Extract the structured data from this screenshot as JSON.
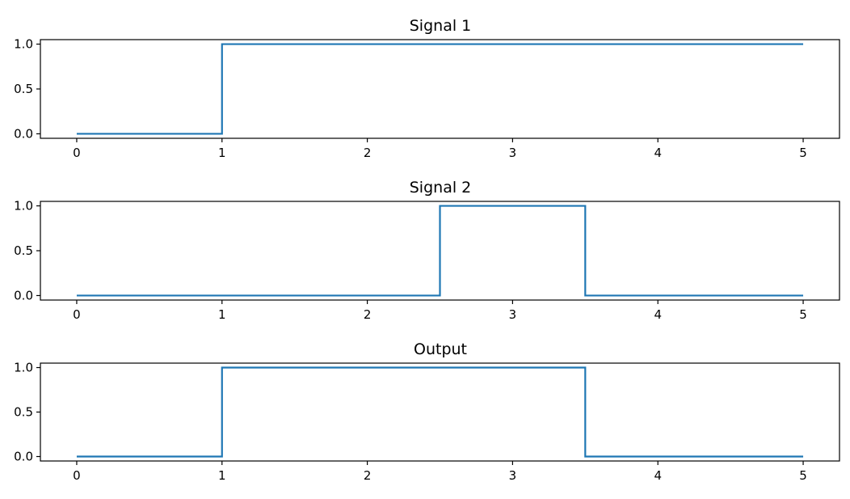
{
  "chart_data": [
    {
      "type": "line",
      "step": "post",
      "title": "Signal 1",
      "xlabel": "",
      "ylabel": "",
      "xlim": [
        -0.25,
        5.25
      ],
      "ylim": [
        -0.05,
        1.05
      ],
      "xticks": [
        0,
        1,
        2,
        3,
        4,
        5
      ],
      "xtick_labels": [
        "0",
        "1",
        "2",
        "3",
        "4",
        "5"
      ],
      "yticks": [
        0.0,
        0.5,
        1.0
      ],
      "ytick_labels": [
        "0.0",
        "0.5",
        "1.0"
      ],
      "grid": false,
      "series": [
        {
          "color": "#1f77b4",
          "x": [
            0,
            1,
            5
          ],
          "y": [
            0,
            1,
            1
          ]
        }
      ]
    },
    {
      "type": "line",
      "step": "post",
      "title": "Signal 2",
      "xlabel": "",
      "ylabel": "",
      "xlim": [
        -0.25,
        5.25
      ],
      "ylim": [
        -0.05,
        1.05
      ],
      "xticks": [
        0,
        1,
        2,
        3,
        4,
        5
      ],
      "xtick_labels": [
        "0",
        "1",
        "2",
        "3",
        "4",
        "5"
      ],
      "yticks": [
        0.0,
        0.5,
        1.0
      ],
      "ytick_labels": [
        "0.0",
        "0.5",
        "1.0"
      ],
      "grid": false,
      "series": [
        {
          "color": "#1f77b4",
          "x": [
            0,
            2.5,
            3.5,
            5
          ],
          "y": [
            0,
            1,
            0,
            0
          ]
        }
      ]
    },
    {
      "type": "line",
      "step": "post",
      "title": "Output",
      "xlabel": "",
      "ylabel": "",
      "xlim": [
        -0.25,
        5.25
      ],
      "ylim": [
        -0.05,
        1.05
      ],
      "xticks": [
        0,
        1,
        2,
        3,
        4,
        5
      ],
      "xtick_labels": [
        "0",
        "1",
        "2",
        "3",
        "4",
        "5"
      ],
      "yticks": [
        0.0,
        0.5,
        1.0
      ],
      "ytick_labels": [
        "0.0",
        "0.5",
        "1.0"
      ],
      "grid": false,
      "series": [
        {
          "color": "#1f77b4",
          "x": [
            0,
            1,
            3.5,
            5
          ],
          "y": [
            0,
            1,
            0,
            0
          ]
        }
      ]
    }
  ]
}
